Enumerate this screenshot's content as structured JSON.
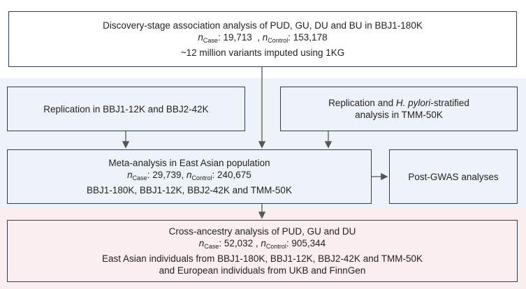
{
  "discovery": {
    "line1": "Discovery-stage association analysis of PUD, GU, DU and BU in BBJ1-180K",
    "n_case_label": "n",
    "n_case_sub": "Case",
    "n_case_value": ": 19,713",
    "n_control_label": "n",
    "n_control_sub": "Control",
    "n_control_value": ": 153,178",
    "line3": "~12 million variants imputed using 1KG"
  },
  "replication1": {
    "text": "Replication in BBJ1-12K and BBJ2-42K"
  },
  "replication2": {
    "line1_pre": "Replication and ",
    "line1_italic": "H. pylori",
    "line1_post": "-stratified",
    "line2": "analysis in TMM-50K"
  },
  "meta": {
    "line1": "Meta-analysis in East Asian population",
    "n_case_label": "n",
    "n_case_sub": "Case",
    "n_case_value": ": 29,739, ",
    "n_control_label": "n",
    "n_control_sub": "Control",
    "n_control_value": ": 240,675",
    "line3": "BBJ1-180K, BBJ1-12K, BBJ2-42K and TMM-50K"
  },
  "post": {
    "text": "Post-GWAS analyses"
  },
  "cross": {
    "line1": "Cross-ancestry analysis of PUD, GU and DU",
    "n_case_label": "n",
    "n_case_sub": "Case",
    "n_case_value": ": 52,032 , ",
    "n_control_label": "n",
    "n_control_sub": "Control",
    "n_control_value": ": 905,344",
    "line3": "East Asian individuals from BBJ1-180K, BBJ1-12K, BBJ2-42K and TMM-50K",
    "line4": "and European individuals from UKB and FinnGen"
  },
  "colors": {
    "band_blue": "#edf3f8",
    "band_pink": "#fbeeee",
    "border": "#2c3e50",
    "arrow": "#555555"
  }
}
